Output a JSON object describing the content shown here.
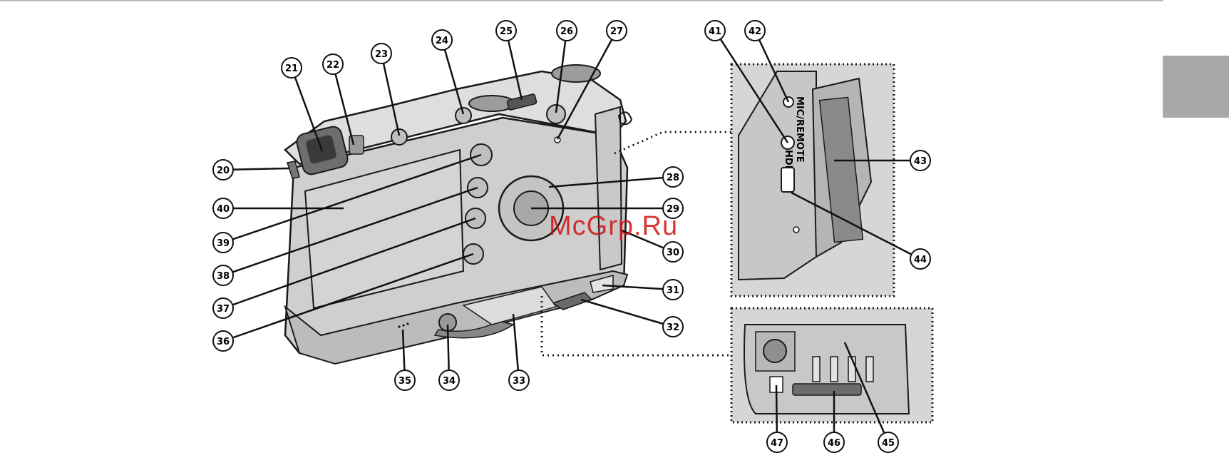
{
  "watermark": "McGrp.Ru",
  "callouts": [
    "20",
    "21",
    "22",
    "23",
    "24",
    "25",
    "26",
    "27",
    "28",
    "29",
    "30",
    "31",
    "32",
    "33",
    "34",
    "35",
    "36",
    "37",
    "38",
    "39",
    "40",
    "41",
    "42",
    "43",
    "44",
    "45",
    "46",
    "47"
  ],
  "inset_labels": {
    "mic_remote": "MIC/REMOTE",
    "hdmi": "HDMI"
  },
  "colors": {
    "body_fill": "#cfcfcf",
    "outline": "#1a1a1a",
    "inset_bg": "#d6d6d6",
    "watermark": "#d11414",
    "side_tab": "#a9a9a9"
  }
}
